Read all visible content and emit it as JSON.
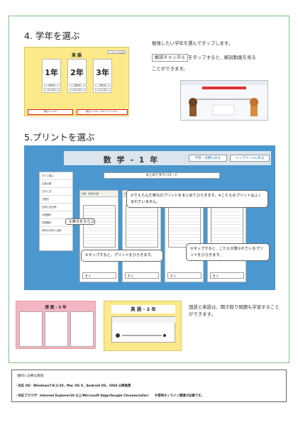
{
  "section4": {
    "heading": "4. 学年を選ぶ",
    "desc1": "勉強したい学年を選んでタップします。",
    "kaisetsu_button": "解説チャンネル",
    "desc2": "をタップすると、解説動画を見る",
    "desc3": "ことができます。",
    "screenshot": {
      "title": "英 語",
      "top_button": "トップページに戻る",
      "grades": [
        "1年",
        "2年",
        "3年"
      ],
      "card_buttons": [
        "学習 1年",
        "チャンネル"
      ],
      "red_buttons": [
        "解説チャンネル",
        "解説チャンネル（スタディチャンネル）"
      ]
    }
  },
  "section5": {
    "heading": "5.プリントを選ぶ",
    "screenshot": {
      "title": "数 学 - 1 年",
      "nav_back_grade": "学年・分野に戻る",
      "nav_back_top": "トップページに戻る",
      "download_button": "まとめてダウンロード",
      "sidebar_items": [
        "すべて選ぶ",
        "正負の数",
        "文字と式",
        "方程式",
        "比例と反比例",
        "平面図形",
        "空間図形",
        "資料の分析と活用"
      ],
      "column_head": "比例、比例する量",
      "answer_label": "答 え"
    },
    "callout1": "①でえらんだ単元のプリントをまとめてひらきます。※こたえのプリントはふくまれていません。",
    "callout_unit": "①単元をえらぶ",
    "callout2": "②タップすると、プリントをひらきます。",
    "callout3": "③タップすると、こたえが書かれているプリントをひらきます。"
  },
  "bottom": {
    "pink_title": "理 語 - 3 年",
    "eng_title": "英 語 - 2 年",
    "desc": "国語と英語は、聞き取り問題も学習することができます。"
  },
  "footer": {
    "line1": "〈動作に必要な環境〉",
    "line2": "・対応 OS：Windows7/8.1/10，Mac OS X，Android OS，iOS8 以降推奨",
    "line3": "・対応ブラウザ：Internet Explorer10 以上/Microsoft Edge/Google Chrome/safari",
    "line3_note": "※常時オンライン環境が必要です。"
  },
  "colors": {
    "frame": "#7fbf7f",
    "blue_bg": "#4b97cf",
    "yellow_bg": "#fbe98a",
    "red": "#e01818",
    "pink_bg": "#f4b6c2"
  }
}
